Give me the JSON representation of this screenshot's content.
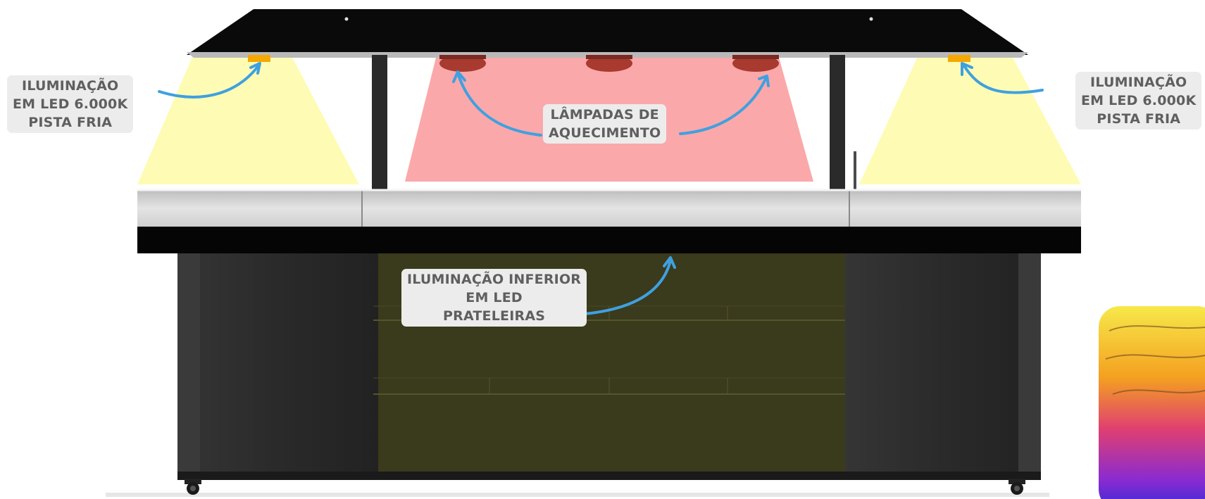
{
  "callouts": {
    "led_left": [
      "ILUMINAÇÃO",
      "EM LED 6.000K",
      "PISTA FRIA"
    ],
    "led_right": [
      "ILUMINAÇÃO",
      "EM LED 6.000K",
      "PISTA FRIA"
    ],
    "heating": [
      "LÂMPADAS DE",
      "AQUECIMENTO"
    ],
    "lower": [
      "ILUMINAÇÃO INFERIOR",
      "EM LED",
      "PRATELEIRAS"
    ]
  },
  "colors": {
    "led_light": "#fefcb4",
    "heat_light": "#fba8aa",
    "arrow": "#3fa0e0",
    "led_fixture": "#f5a800",
    "heat_lamp": "#a83a30",
    "lower_panel": "#3a3a1c",
    "cabinet": "#2b2b2b",
    "label_bg": "#ececec",
    "label_text": "#5f5f5f"
  },
  "icons": [
    "led-fixture-icon",
    "heat-lamp-icon",
    "caster-wheel-icon",
    "arrow-icon"
  ]
}
